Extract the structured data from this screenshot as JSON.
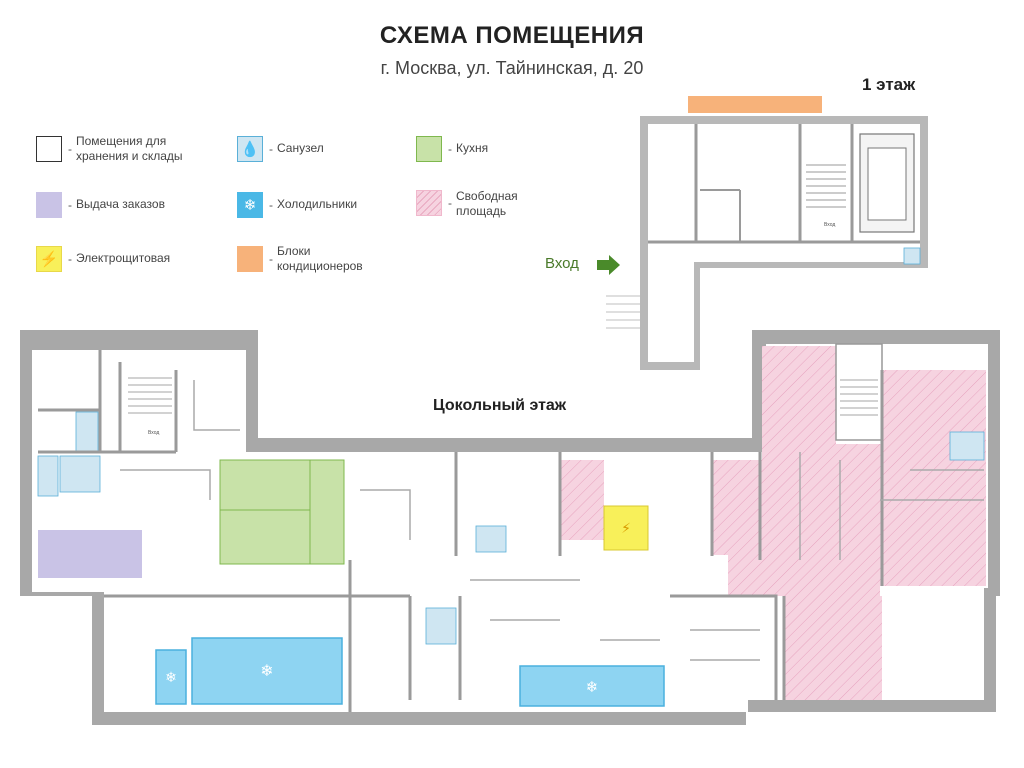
{
  "header": {
    "title": "СХЕМА ПОМЕЩЕНИЯ",
    "address": "г. Москва, ул. Тайнинская, д. 20"
  },
  "floors": {
    "first_floor_label": "1 этаж",
    "basement_label": "Цокольный этаж",
    "entrance_label": "Вход",
    "entrance_room_label": "Вход"
  },
  "legend": {
    "storage": "Помещения для хранения и склады",
    "orders": "Выдача заказов",
    "electrical": "Электрощитовая",
    "bathroom": "Санузел",
    "fridges": "Холодильники",
    "ac_units": "Блоки кондиционеров",
    "kitchen": "Кухня",
    "free_area": "Свободная площадь"
  },
  "colors": {
    "storage": "#ffffff",
    "orders": "#c9c3e6",
    "electrical": "#f8f05a",
    "bathroom": "#cfe6f2",
    "fridges": "#8ed4f2",
    "ac_units": "#f7b27a",
    "kitchen": "#c8e2a8",
    "free_area": "#f6d3e0",
    "walls": "#a0a0a0",
    "entrance_arrow": "#4a8a2a"
  },
  "icons": {
    "bathroom": "water-drop-icon",
    "fridges": "snowflake-icon",
    "electrical": "lightning-icon"
  }
}
